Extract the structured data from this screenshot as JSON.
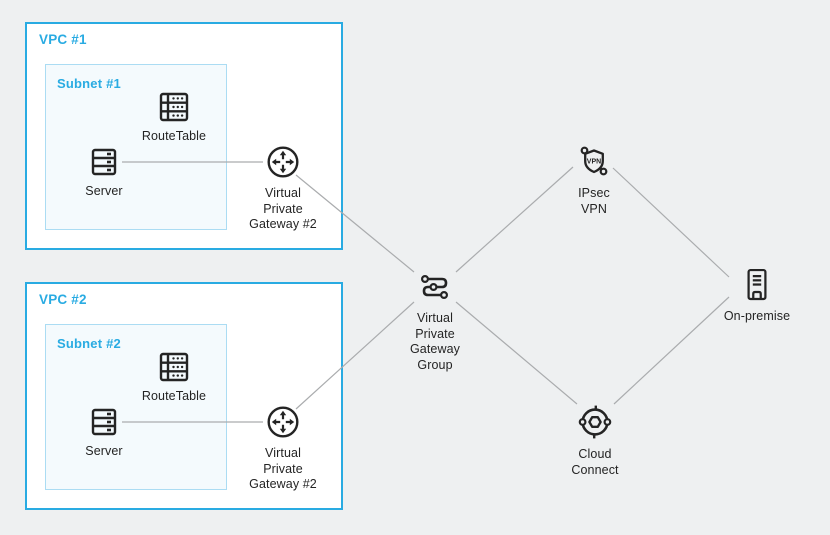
{
  "colors": {
    "accent": "#29abe2",
    "icon_ink": "#242424",
    "label_ink": "#242424",
    "connector": "#aaacae",
    "page_bg": "#eef0f1",
    "vpc_bg": "#ffffff",
    "subnet_bg": "#f4fafd",
    "subnet_border": "#abdcf3"
  },
  "vpcs": [
    {
      "label": "VPC #1",
      "subnet": {
        "label": "Subnet #1",
        "route_table": "RouteTable",
        "server": "Server"
      },
      "gateway": [
        "Virtual",
        "Private",
        "Gateway #2"
      ]
    },
    {
      "label": "VPC #2",
      "subnet": {
        "label": "Subnet #2",
        "route_table": "RouteTable",
        "server": "Server"
      },
      "gateway": [
        "Virtual",
        "Private",
        "Gateway #2"
      ]
    }
  ],
  "hub": {
    "label": [
      "Virtual",
      "Private",
      "Gateway",
      "Group"
    ]
  },
  "ipsec": {
    "label": [
      "IPsec",
      "VPN"
    ],
    "badge": "VPN"
  },
  "cloud_connect": {
    "label": [
      "Cloud",
      "Connect"
    ]
  },
  "on_premise": {
    "label": "On-premise"
  }
}
